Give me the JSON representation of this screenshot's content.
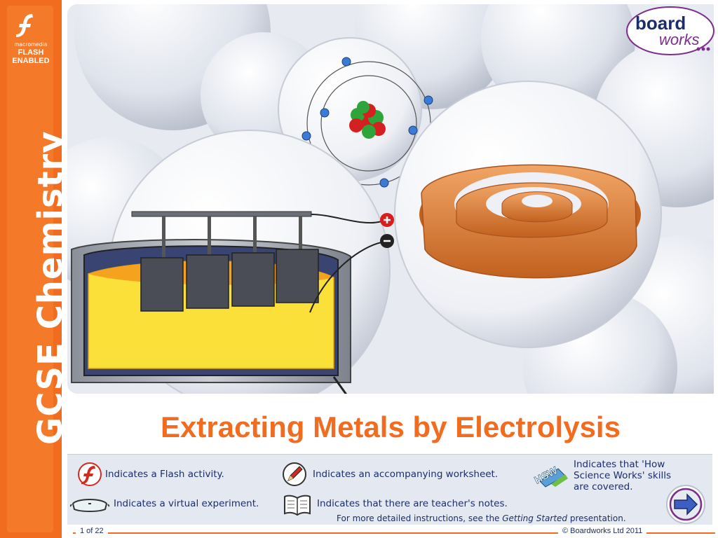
{
  "sidebar": {
    "flash_badge": {
      "line1": "macromedia",
      "line2": "FLASH",
      "line3": "ENABLED"
    },
    "subject": "GCSE Chemistry"
  },
  "logo": {
    "word1": "board",
    "word2": "works"
  },
  "title": "Extracting Metals by Electrolysis",
  "legend": {
    "flash": "Indicates a Flash activity.",
    "worksheet": "Indicates an accompanying worksheet.",
    "hsw_line1": "Indicates that 'How",
    "hsw_line2": "Science Works' skills",
    "hsw_line3": "are covered.",
    "hsw_badge": "HSW",
    "virtual": "Indicates a virtual experiment.",
    "notes": "Indicates that there are teacher's notes.",
    "instructions_pre": "For more detailed instructions, see the ",
    "instructions_em": "Getting Started",
    "instructions_post": " presentation."
  },
  "footer": {
    "slide_number": "1 of 22",
    "copyright": "© Boardworks Ltd 2011"
  },
  "colors": {
    "brand_orange": "#f26c1f",
    "navy": "#1b2d6b",
    "copper": "#d9782e"
  },
  "icons": [
    "flash-icon",
    "worksheet-pencil-icon",
    "hsw-icon",
    "goggles-icon",
    "open-book-icon",
    "next-arrow-icon"
  ]
}
